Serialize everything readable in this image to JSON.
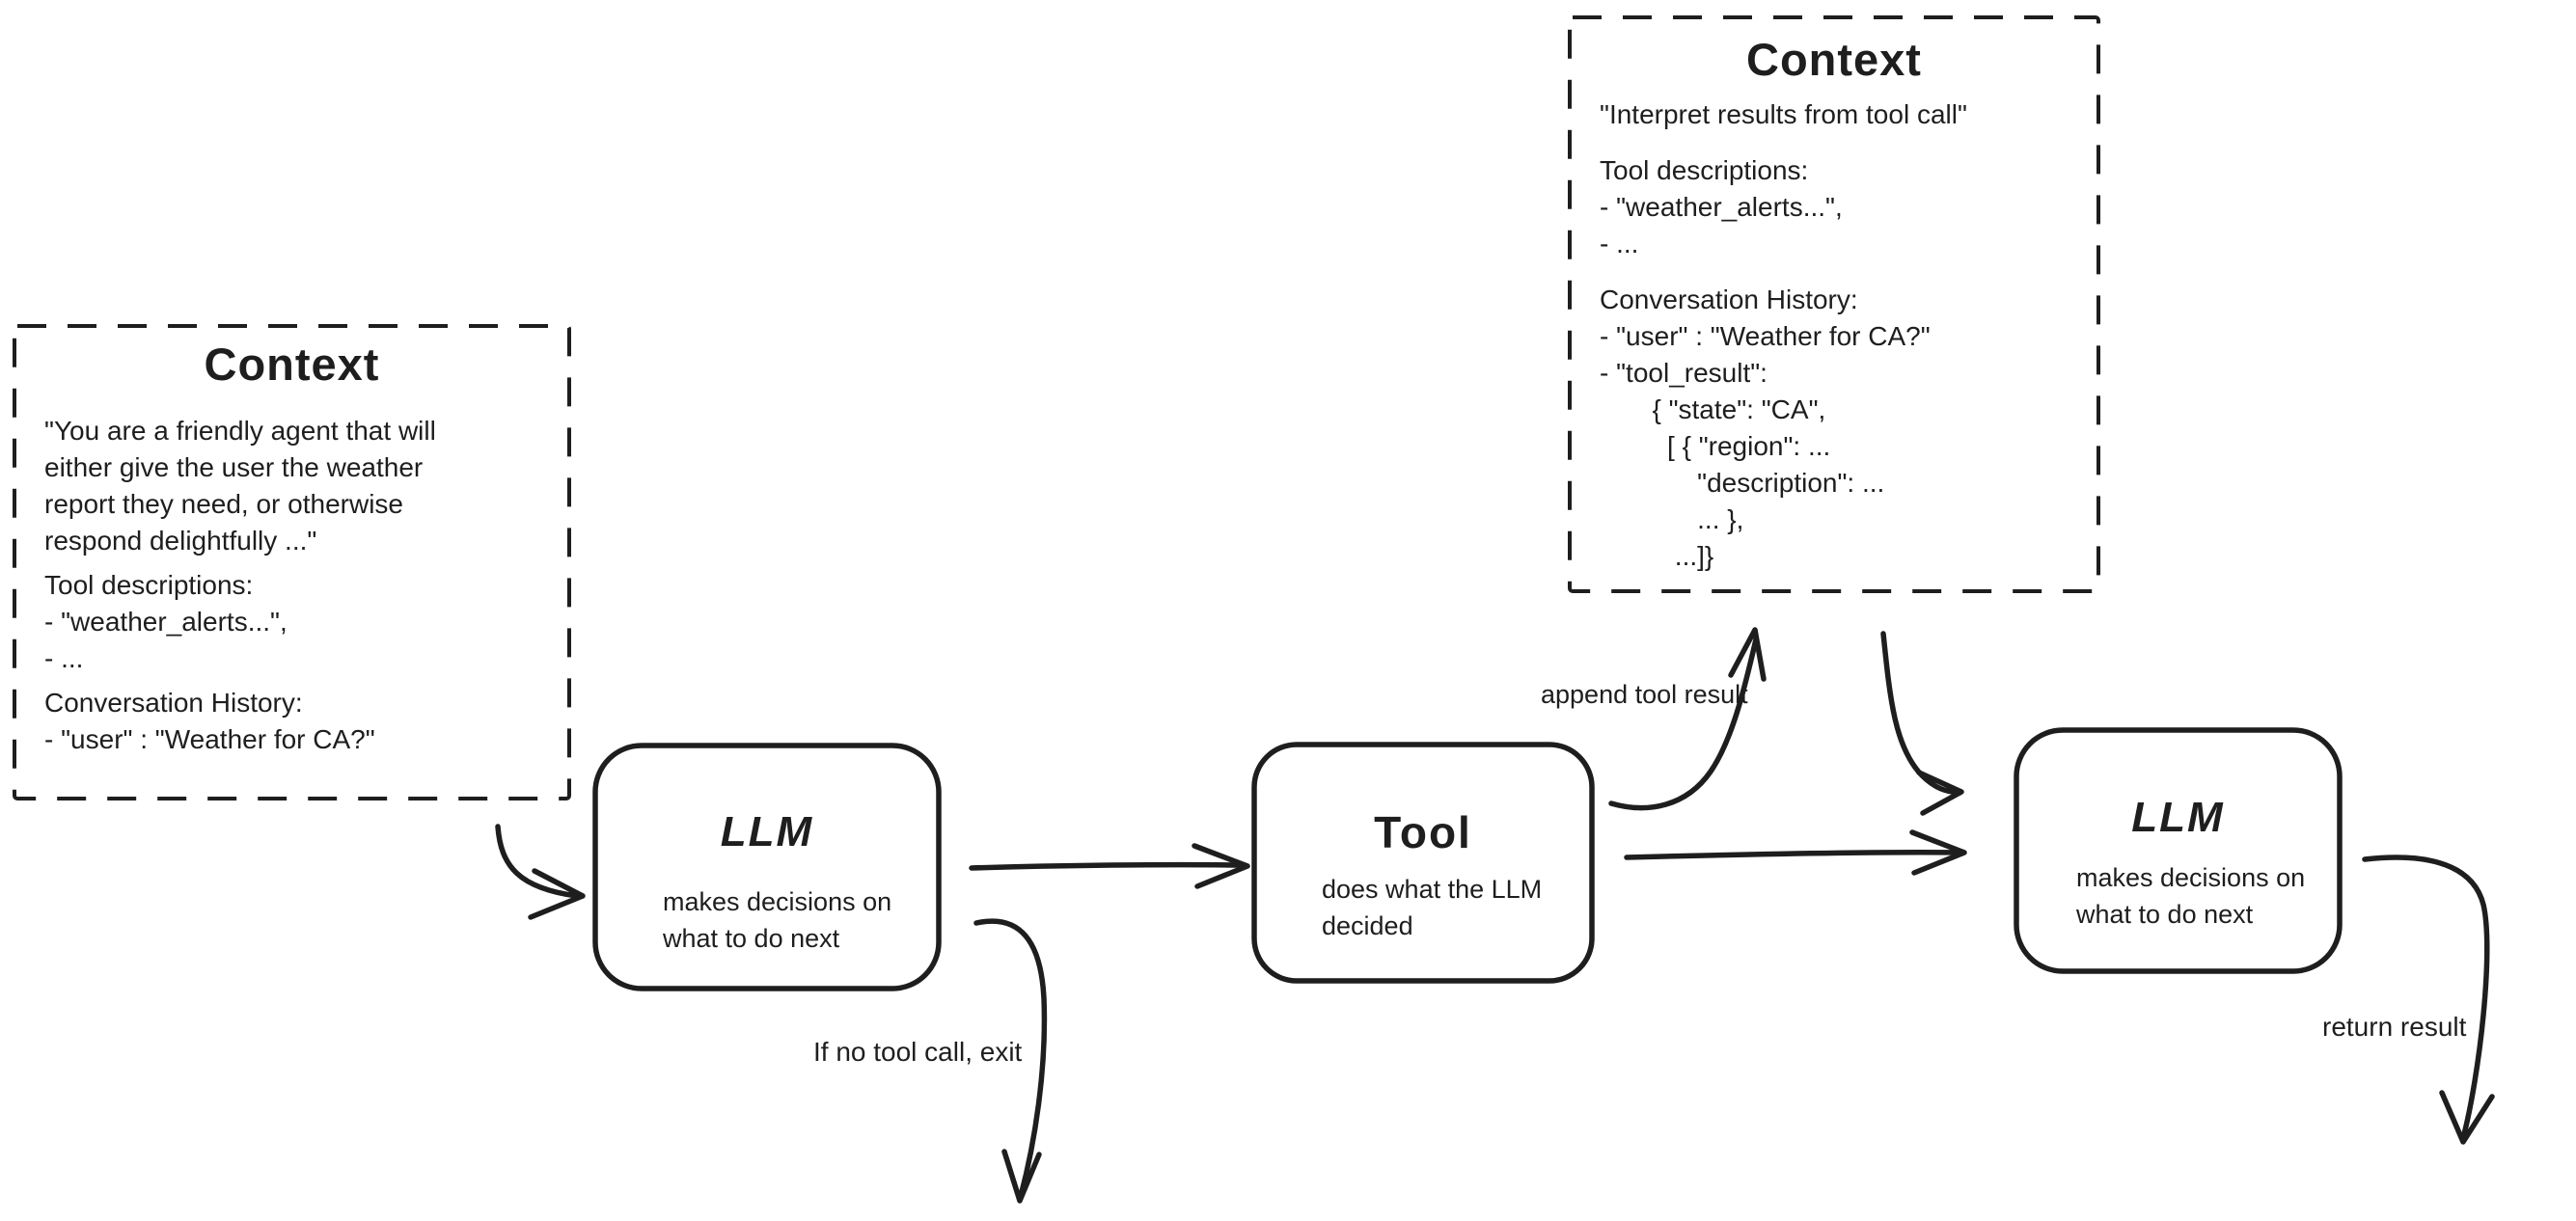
{
  "colors": {
    "ink": "#1e1e1e",
    "background": "#ffffff"
  },
  "context_left": {
    "title": "Context",
    "paragraphs": [
      [
        "\"You are a friendly agent that will",
        "either give the user the weather",
        "report they need, or otherwise",
        "respond delightfully ...\""
      ],
      [
        "Tool descriptions:",
        "- \"weather_alerts...\",",
        "- ..."
      ],
      [
        "Conversation History:",
        "- \"user\" : \"Weather for CA?\""
      ]
    ]
  },
  "context_top": {
    "title": "Context",
    "paragraphs": [
      [
        "\"Interpret results from tool call\""
      ],
      [
        "Tool descriptions:",
        "- \"weather_alerts...\",",
        "- ..."
      ],
      [
        "Conversation History:",
        "- \"user\" : \"Weather for CA?\"",
        "- \"tool_result\":",
        "       { \"state\": \"CA\",",
        "         [ { \"region\": ...",
        "             \"description\": ...",
        "             ... },",
        "          ...]}"
      ]
    ]
  },
  "nodes": {
    "llm_1": {
      "title": "LLM",
      "subtitle": [
        "makes decisions on",
        "what to do next"
      ]
    },
    "tool": {
      "title": "Tool",
      "subtitle": [
        "does what the LLM",
        "decided"
      ]
    },
    "llm_2": {
      "title": "LLM",
      "subtitle": [
        "makes decisions on",
        "what to do next"
      ]
    }
  },
  "edge_labels": {
    "append_tool_result": "append tool result",
    "if_no_tool_call": "If no tool call, exit",
    "return_result": "return result"
  }
}
